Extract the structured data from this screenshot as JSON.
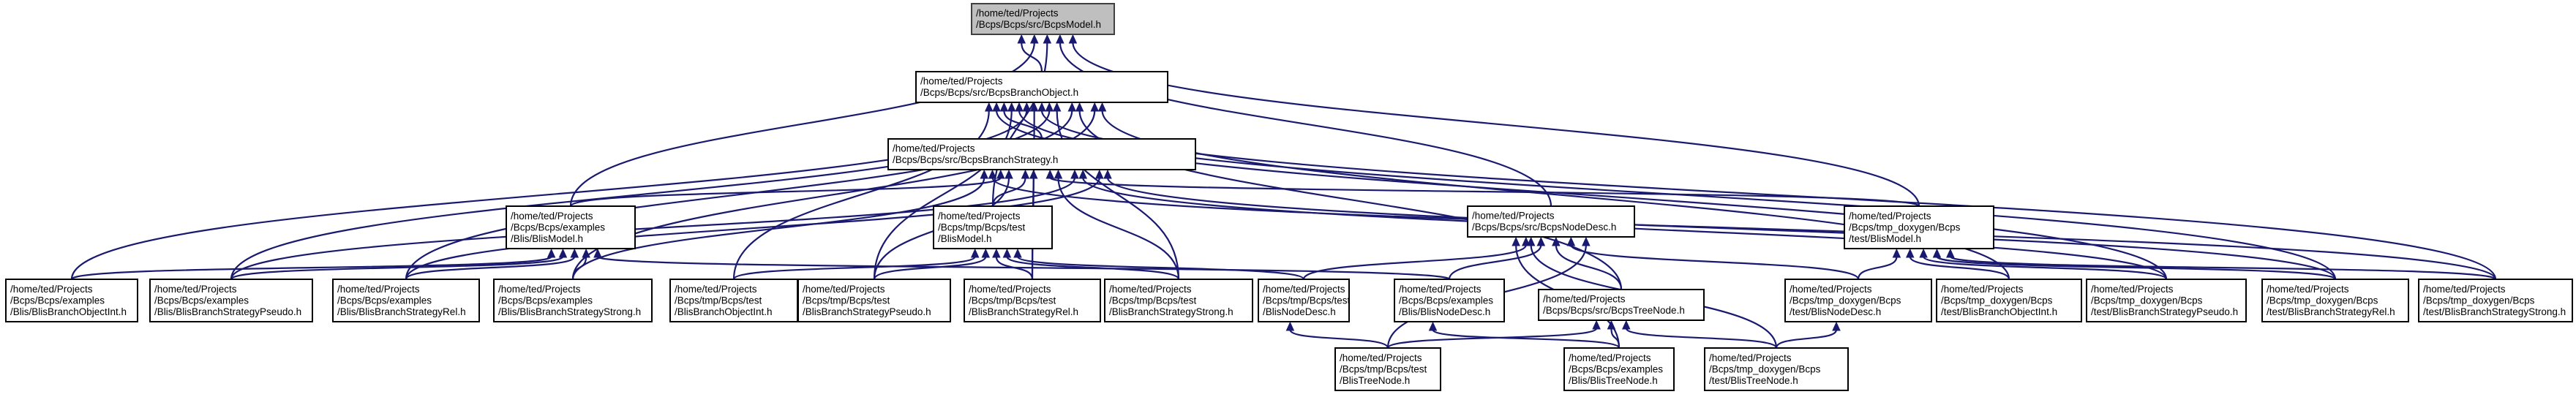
{
  "diagram": {
    "nodes": {
      "bcps_model": [
        "/home/ted/Projects",
        "/Bcps/Bcps/src/BcpsModel.h"
      ],
      "bcps_branch_object": [
        "/home/ted/Projects",
        "/Bcps/Bcps/src/BcpsBranchObject.h"
      ],
      "bcps_branch_strategy": [
        "/home/ted/Projects",
        "/Bcps/Bcps/src/BcpsBranchStrategy.h"
      ],
      "ex_blis_model": [
        "/home/ted/Projects",
        "/Bcps/Bcps/examples",
        "/Blis/BlisModel.h"
      ],
      "tmp_test_blis_model": [
        "/home/ted/Projects",
        "/Bcps/tmp/Bcps/test",
        "/BlisModel.h"
      ],
      "bcps_node_desc": [
        "/home/ted/Projects",
        "/Bcps/Bcps/src/BcpsNodeDesc.h"
      ],
      "doxy_test_blis_model": [
        "/home/ted/Projects",
        "/Bcps/tmp_doxygen/Bcps",
        "/test/BlisModel.h"
      ],
      "ex_branch_object_int": [
        "/home/ted/Projects",
        "/Bcps/Bcps/examples",
        "/Blis/BlisBranchObjectInt.h"
      ],
      "ex_strategy_pseudo": [
        "/home/ted/Projects",
        "/Bcps/Bcps/examples",
        "/Blis/BlisBranchStrategyPseudo.h"
      ],
      "ex_strategy_rel": [
        "/home/ted/Projects",
        "/Bcps/Bcps/examples",
        "/Blis/BlisBranchStrategyRel.h"
      ],
      "ex_strategy_strong": [
        "/home/ted/Projects",
        "/Bcps/Bcps/examples",
        "/Blis/BlisBranchStrategyStrong.h"
      ],
      "tmp_branch_object_int": [
        "/home/ted/Projects",
        "/Bcps/tmp/Bcps/test",
        "/BlisBranchObjectInt.h"
      ],
      "tmp_strategy_pseudo": [
        "/home/ted/Projects",
        "/Bcps/tmp/Bcps/test",
        "/BlisBranchStrategyPseudo.h"
      ],
      "tmp_strategy_rel": [
        "/home/ted/Projects",
        "/Bcps/tmp/Bcps/test",
        "/BlisBranchStrategyRel.h"
      ],
      "tmp_strategy_strong": [
        "/home/ted/Projects",
        "/Bcps/tmp/Bcps/test",
        "/BlisBranchStrategyStrong.h"
      ],
      "tmp_node_desc": [
        "/home/ted/Projects",
        "/Bcps/tmp/Bcps/test",
        "/BlisNodeDesc.h"
      ],
      "ex_node_desc": [
        "/home/ted/Projects",
        "/Bcps/Bcps/examples",
        "/Blis/BlisNodeDesc.h"
      ],
      "bcps_tree_node": [
        "/home/ted/Projects",
        "/Bcps/Bcps/src/BcpsTreeNode.h"
      ],
      "doxy_node_desc": [
        "/home/ted/Projects",
        "/Bcps/tmp_doxygen/Bcps",
        "/test/BlisNodeDesc.h"
      ],
      "doxy_branch_object_int": [
        "/home/ted/Projects",
        "/Bcps/tmp_doxygen/Bcps",
        "/test/BlisBranchObjectInt.h"
      ],
      "doxy_strategy_pseudo": [
        "/home/ted/Projects",
        "/Bcps/tmp_doxygen/Bcps",
        "/test/BlisBranchStrategyPseudo.h"
      ],
      "doxy_strategy_rel": [
        "/home/ted/Projects",
        "/Bcps/tmp_doxygen/Bcps",
        "/test/BlisBranchStrategyRel.h"
      ],
      "doxy_strategy_strong": [
        "/home/ted/Projects",
        "/Bcps/tmp_doxygen/Bcps",
        "/test/BlisBranchStrategyStrong.h"
      ],
      "tmp_tree_node": [
        "/home/ted/Projects",
        "/Bcps/tmp/Bcps/test",
        "/BlisTreeNode.h"
      ],
      "ex_tree_node": [
        "/home/ted/Projects",
        "/Bcps/Bcps/examples",
        "/Blis/BlisTreeNode.h"
      ],
      "doxy_tree_node": [
        "/home/ted/Projects",
        "/Bcps/tmp_doxygen/Bcps",
        "/test/BlisTreeNode.h"
      ]
    },
    "edges": [
      [
        "bcps_branch_object",
        "bcps_model"
      ],
      [
        "ex_blis_model",
        "bcps_model"
      ],
      [
        "tmp_test_blis_model",
        "bcps_model"
      ],
      [
        "bcps_node_desc",
        "bcps_model"
      ],
      [
        "doxy_test_blis_model",
        "bcps_model"
      ],
      [
        "bcps_branch_strategy",
        "bcps_branch_object"
      ],
      [
        "ex_branch_object_int",
        "bcps_branch_object"
      ],
      [
        "ex_strategy_pseudo",
        "bcps_branch_object"
      ],
      [
        "ex_strategy_rel",
        "bcps_branch_object"
      ],
      [
        "ex_strategy_strong",
        "bcps_branch_object"
      ],
      [
        "tmp_branch_object_int",
        "bcps_branch_object"
      ],
      [
        "tmp_strategy_pseudo",
        "bcps_branch_object"
      ],
      [
        "tmp_strategy_rel",
        "bcps_branch_object"
      ],
      [
        "tmp_strategy_strong",
        "bcps_branch_object"
      ],
      [
        "bcps_tree_node",
        "bcps_branch_object"
      ],
      [
        "doxy_branch_object_int",
        "bcps_branch_object"
      ],
      [
        "doxy_strategy_pseudo",
        "bcps_branch_object"
      ],
      [
        "doxy_strategy_rel",
        "bcps_branch_object"
      ],
      [
        "doxy_strategy_strong",
        "bcps_branch_object"
      ],
      [
        "ex_blis_model",
        "bcps_branch_strategy"
      ],
      [
        "tmp_test_blis_model",
        "bcps_branch_strategy"
      ],
      [
        "doxy_test_blis_model",
        "bcps_branch_strategy"
      ],
      [
        "ex_strategy_pseudo",
        "bcps_branch_strategy"
      ],
      [
        "ex_strategy_rel",
        "bcps_branch_strategy"
      ],
      [
        "ex_strategy_strong",
        "bcps_branch_strategy"
      ],
      [
        "tmp_strategy_pseudo",
        "bcps_branch_strategy"
      ],
      [
        "tmp_strategy_rel",
        "bcps_branch_strategy"
      ],
      [
        "tmp_strategy_strong",
        "bcps_branch_strategy"
      ],
      [
        "doxy_strategy_pseudo",
        "bcps_branch_strategy"
      ],
      [
        "doxy_strategy_rel",
        "bcps_branch_strategy"
      ],
      [
        "doxy_strategy_strong",
        "bcps_branch_strategy"
      ],
      [
        "ex_branch_object_int",
        "ex_blis_model"
      ],
      [
        "ex_strategy_pseudo",
        "ex_blis_model"
      ],
      [
        "ex_strategy_rel",
        "ex_blis_model"
      ],
      [
        "ex_strategy_strong",
        "ex_blis_model"
      ],
      [
        "ex_node_desc",
        "ex_blis_model"
      ],
      [
        "tmp_branch_object_int",
        "tmp_test_blis_model"
      ],
      [
        "tmp_strategy_pseudo",
        "tmp_test_blis_model"
      ],
      [
        "tmp_strategy_rel",
        "tmp_test_blis_model"
      ],
      [
        "tmp_strategy_strong",
        "tmp_test_blis_model"
      ],
      [
        "tmp_node_desc",
        "tmp_test_blis_model"
      ],
      [
        "tmp_node_desc",
        "bcps_node_desc"
      ],
      [
        "ex_node_desc",
        "bcps_node_desc"
      ],
      [
        "bcps_tree_node",
        "bcps_node_desc"
      ],
      [
        "doxy_node_desc",
        "bcps_node_desc"
      ],
      [
        "tmp_tree_node",
        "bcps_node_desc"
      ],
      [
        "ex_tree_node",
        "bcps_node_desc"
      ],
      [
        "doxy_tree_node",
        "bcps_node_desc"
      ],
      [
        "doxy_node_desc",
        "doxy_test_blis_model"
      ],
      [
        "doxy_branch_object_int",
        "doxy_test_blis_model"
      ],
      [
        "doxy_strategy_pseudo",
        "doxy_test_blis_model"
      ],
      [
        "doxy_strategy_rel",
        "doxy_test_blis_model"
      ],
      [
        "doxy_strategy_strong",
        "doxy_test_blis_model"
      ],
      [
        "tmp_tree_node",
        "tmp_node_desc"
      ],
      [
        "ex_tree_node",
        "ex_node_desc"
      ],
      [
        "tmp_tree_node",
        "bcps_tree_node"
      ],
      [
        "ex_tree_node",
        "bcps_tree_node"
      ],
      [
        "doxy_tree_node",
        "bcps_tree_node"
      ],
      [
        "doxy_tree_node",
        "doxy_node_desc"
      ]
    ],
    "colors": {
      "edge": "#191970",
      "root_fill": "#bfbfbf",
      "node_fill": "#ffffff",
      "node_border": "#000000"
    }
  }
}
